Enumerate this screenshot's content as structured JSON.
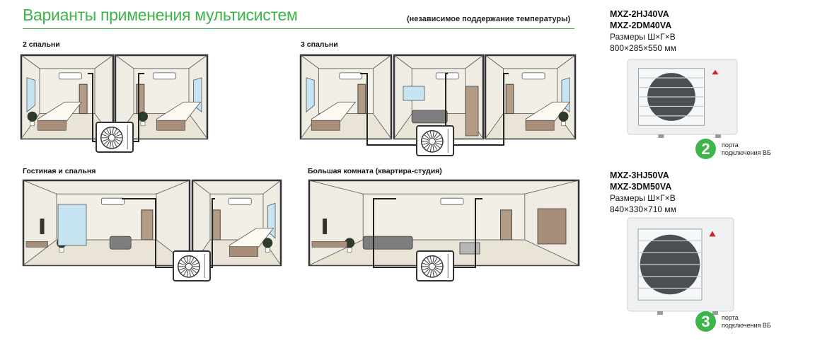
{
  "header": {
    "title": "Варианты применения мультисистем",
    "subtitle": "(независимое поддержание температуры)"
  },
  "scenarios": [
    {
      "label": "2 спальни"
    },
    {
      "label": "3 спальни"
    },
    {
      "label": "Гостиная и спальня"
    },
    {
      "label": "Большая комната (квартира-студия)"
    }
  ],
  "models": [
    {
      "line1": "MXZ-2HJ40VA",
      "line2": "MXZ-2DM40VA",
      "dims_label": "Размеры Ш×Г×В",
      "dims": "800×285×550 мм",
      "ports_count": "2",
      "ports_line1": "порта",
      "ports_line2": "подключения ВБ"
    },
    {
      "line1": "MXZ-3HJ50VA",
      "line2": "MXZ-3DM50VA",
      "dims_label": "Размеры Ш×Г×В",
      "dims": "840×330×710 мм",
      "ports_count": "3",
      "ports_line1": "порта",
      "ports_line2": "подключения ВБ"
    }
  ],
  "colors": {
    "accent": "#3db54a",
    "wall": "#efece3",
    "floor": "#e9e4d6",
    "door": "#b39c86",
    "window": "#c6e4f2",
    "bed": "#a88e78"
  }
}
